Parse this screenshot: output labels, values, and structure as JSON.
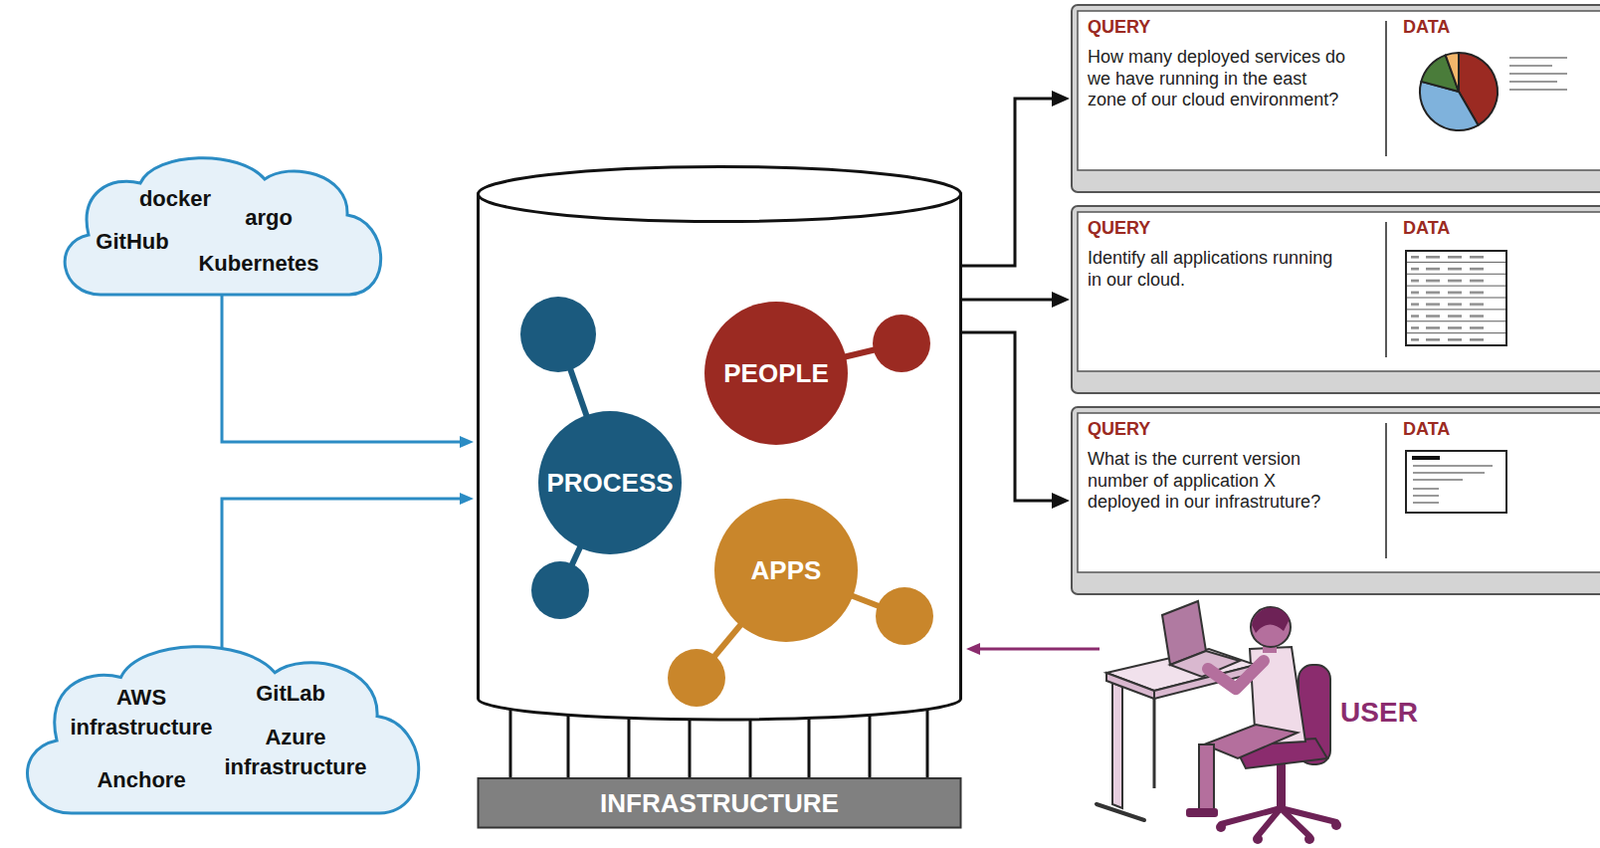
{
  "diagram": {
    "nodes": [
      {
        "text": [
          "docker",
          "argo",
          "GitHub",
          "Kubernetes"
        ]
      },
      {
        "text": [
          "AWS infrastructure",
          "GitLab",
          "Azure infrastructure",
          "Anchore"
        ]
      },
      {
        "text": [
          "INFRASTRUCTURE"
        ]
      },
      {
        "text": [
          "PEOPLE"
        ],
        "in": 2
      },
      {
        "text": [
          "PROCESS"
        ],
        "in": 2
      },
      {
        "text": [
          "APPS"
        ],
        "in": 2
      },
      {
        "text": [
          "QUERY",
          "How many deployed services do we have running in the east zone of our cloud environment?",
          "DATA"
        ]
      },
      {
        "text": [
          "QUERY",
          "Identify all applications running in our cloud.",
          "DATA"
        ]
      },
      {
        "text": [
          "QUERY",
          "What is the current version number of application X deployed in our infrastruture?",
          "DATA"
        ]
      },
      {
        "text": [
          "USER"
        ]
      }
    ],
    "edges": [
      {
        "from": 0,
        "to": 2,
        "arrow": "to"
      },
      {
        "from": 1,
        "to": 2,
        "arrow": "to"
      },
      {
        "from": 2,
        "to": 6,
        "arrow": "to"
      },
      {
        "from": 2,
        "to": 7,
        "arrow": "to"
      },
      {
        "from": 2,
        "to": 8,
        "arrow": "to"
      },
      {
        "from": 9,
        "to": 2,
        "arrow": "to"
      }
    ]
  }
}
